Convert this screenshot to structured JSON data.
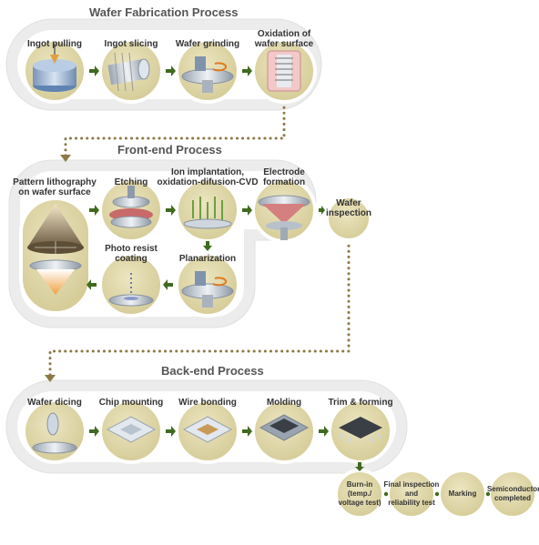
{
  "sections": {
    "wafer_fab": "Wafer Fabrication Process",
    "front_end": "Front-end Process",
    "back_end": "Back-end Process"
  },
  "steps": {
    "ingot_pulling": "Ingot pulling",
    "ingot_slicing": "Ingot slicing",
    "wafer_grinding": "Wafer grinding",
    "oxidation_1": "Oxidation of",
    "oxidation_2": "wafer surface",
    "pattern_1": "Pattern lithography",
    "pattern_2": "on wafer surface",
    "etching": "Etching",
    "ion_1": "Ion implantation,",
    "ion_2": "oxidation-difusion-CVD",
    "electrode_1": "Electrode",
    "electrode_2": "formation",
    "wafer_insp_1": "Wafer",
    "wafer_insp_2": "inspection",
    "photo_1": "Photo resist",
    "photo_2": "coating",
    "planarization": "Planarization",
    "wafer_dicing": "Wafer dicing",
    "chip_mounting": "Chip mounting",
    "wire_bonding": "Wire bonding",
    "molding": "Molding",
    "trim_forming": "Trim & forming",
    "burnin_1": "Burn-in",
    "burnin_2": "(temp./",
    "burnin_3": "voltage test)",
    "final_1": "Final inspection",
    "final_2": "and",
    "final_3": "reliability test",
    "marking": "Marking",
    "semi_1": "Semiconductor",
    "semi_2": "completed"
  },
  "colors": {
    "track": "#ececec",
    "track_edge": "#dedede",
    "circle": "#d7cf9f",
    "circle_inner": "#e4dcb0",
    "arrow": "#3f6a1f",
    "connector": "#8c7a46"
  }
}
